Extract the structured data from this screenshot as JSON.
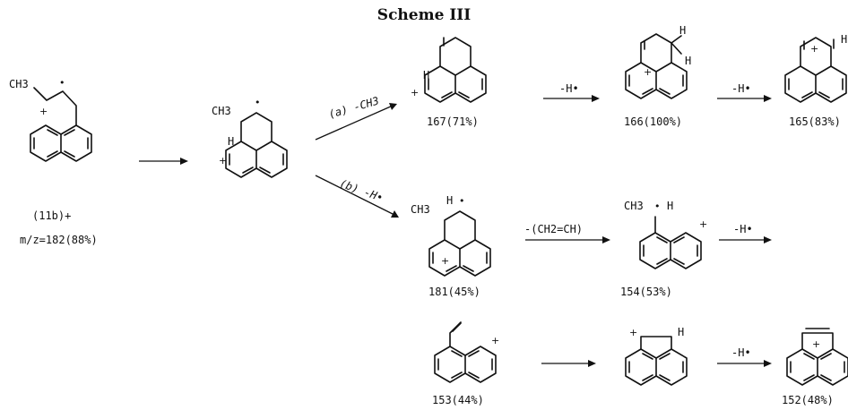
{
  "title": "Scheme III",
  "compounds": {
    "start": {
      "label": "(11b)+",
      "mz": "m/z=182(88%)"
    },
    "c167": {
      "label": "167(71%)"
    },
    "c166": {
      "label": "166(100%)"
    },
    "c165": {
      "label": "165(83%)"
    },
    "c181": {
      "label": "181(45%)"
    },
    "c154": {
      "label": "154(53%)"
    },
    "c153": {
      "label": "153(44%)"
    },
    "c152": {
      "label": "152(48%)"
    }
  },
  "paths": {
    "a": "(a) -CH3",
    "b": "(b) -H•"
  },
  "reactions": {
    "loss_h": "-H•",
    "loss_ethylene": "-(CH2=CH)"
  },
  "atoms": {
    "ch3": "CH3",
    "h": "H",
    "plus": "+",
    "radical": "•"
  }
}
